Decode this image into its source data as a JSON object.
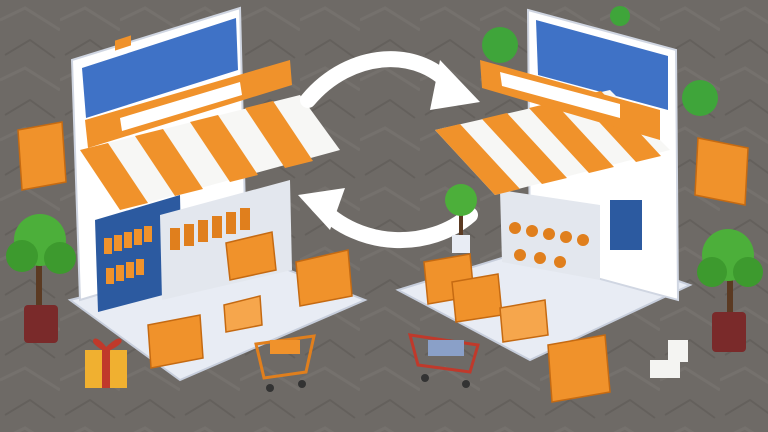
{
  "scene": {
    "description_icons": [
      "storefront-left",
      "storefront-right",
      "swap-arrows",
      "shopping-cart",
      "shopping-cart",
      "gift-box",
      "tree",
      "tree",
      "tree"
    ],
    "colors": {
      "background": "#6e6a66",
      "accent_orange": "#f0922b",
      "stripe_white": "#f7f7f5",
      "panel_blue": "#3f72c6",
      "platform": "#e8ecf4",
      "tree_green": "#4caf3a",
      "pot": "#7a2a2a",
      "arrow": "#ffffff"
    }
  }
}
